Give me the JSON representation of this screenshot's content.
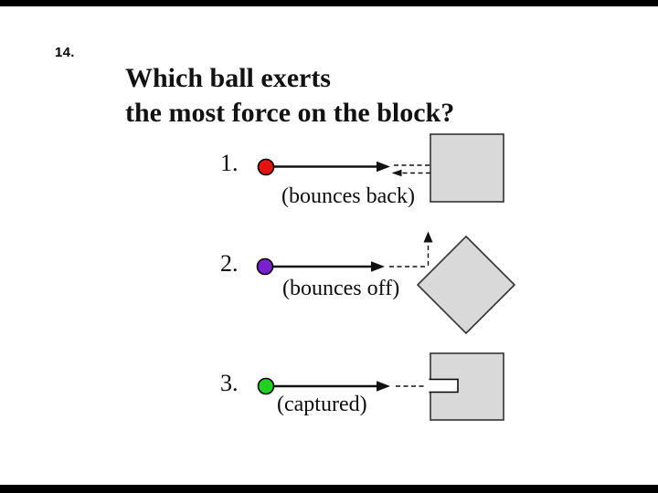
{
  "slide_number": "14.",
  "title": {
    "line1": "Which ball exerts",
    "line2": "the most force on the block?"
  },
  "scenarios": [
    {
      "number": "1.",
      "caption": "(bounces back)",
      "ball_color": "#e51212"
    },
    {
      "number": "2.",
      "caption": "(bounces off)",
      "ball_color": "#7a1fd2"
    },
    {
      "number": "3.",
      "caption": "(captured)",
      "ball_color": "#22d022"
    }
  ],
  "colors": {
    "background": "#ffffff",
    "letterbox_bar": "#000000",
    "text": "#111111",
    "arrow": "#111111",
    "block_fill": "#d9d9d9",
    "block_stroke": "#333333",
    "ball_outline": "#000000",
    "notch_fill": "#ffffff"
  }
}
